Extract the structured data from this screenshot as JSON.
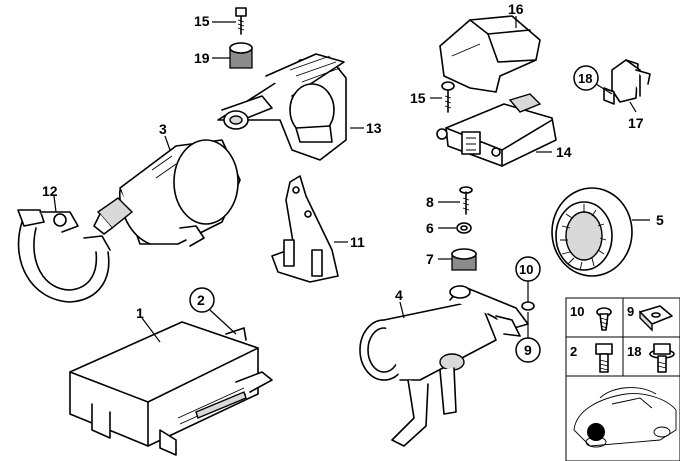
{
  "callouts": {
    "c1": "1",
    "c2": "2",
    "c3": "3",
    "c4": "4",
    "c5": "5",
    "c6": "6",
    "c7": "7",
    "c8": "8",
    "c9": "9",
    "c10": "10",
    "c11": "11",
    "c12": "12",
    "c13": "13",
    "c14": "14",
    "c15a": "15",
    "c15b": "15",
    "c16": "16",
    "c17": "17",
    "c18": "18",
    "c19": "19"
  },
  "fastener_panel": {
    "cells": [
      {
        "number": "10",
        "icon": "screw-icon"
      },
      {
        "number": "9",
        "icon": "clip-nut-icon"
      },
      {
        "number": "2",
        "icon": "bolt-icon"
      },
      {
        "number": "18",
        "icon": "flange-bolt-icon"
      }
    ],
    "vehicle_icon": "car-location-icon"
  }
}
